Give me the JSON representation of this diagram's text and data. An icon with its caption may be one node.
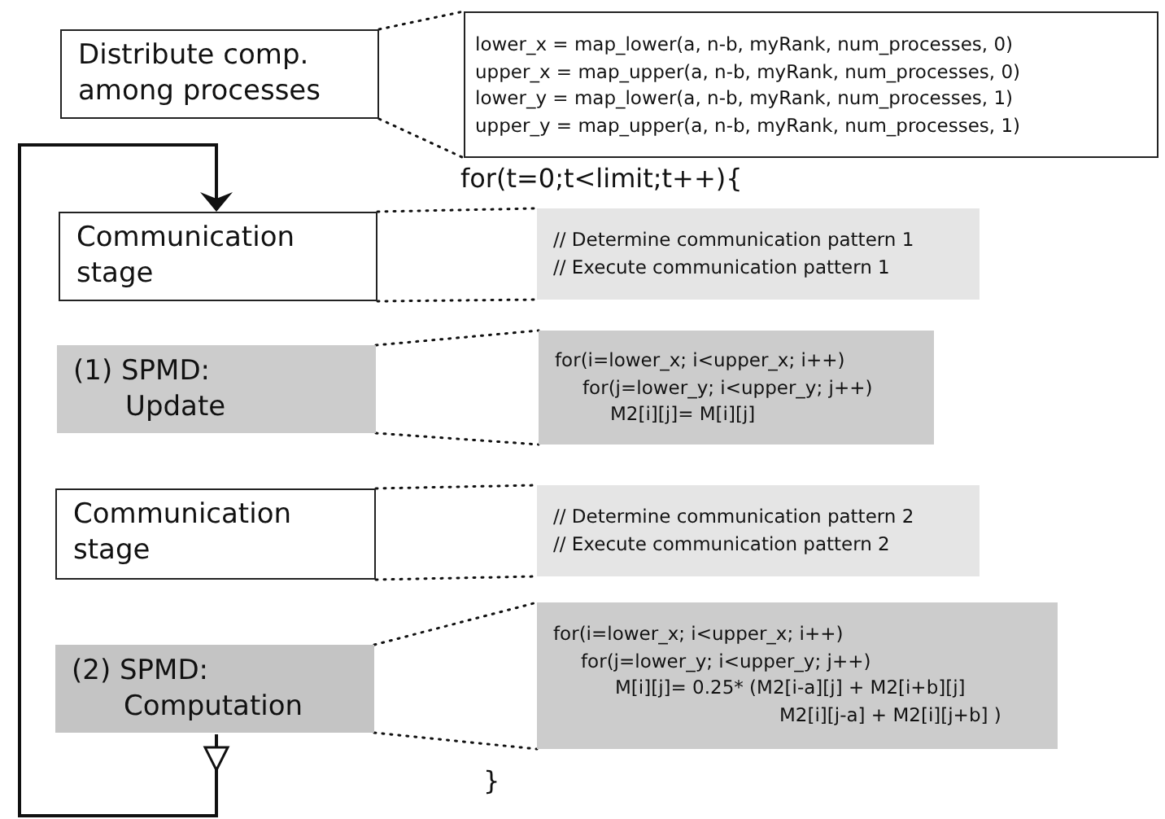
{
  "diagram": {
    "nodes": [
      {
        "text": [
          "Distribute comp. among processes"
        ]
      },
      {
        "text": [
          "lower_x = map_lower(a, n-b, myRank, num_processes, 0)",
          "upper_x = map_upper(a, n-b, myRank, num_processes, 0)",
          "lower_y = map_lower(a, n-b, myRank, num_processes, 1)",
          "upper_y = map_upper(a, n-b, myRank, num_processes, 1)"
        ]
      },
      {
        "text": [
          "Communication stage"
        ]
      },
      {
        "text": [
          "// Determine communication pattern 1",
          "// Execute communication pattern 1"
        ]
      },
      {
        "text": [
          "(1) SPMD: Update"
        ]
      },
      {
        "text": [
          "for(i=lower_x; i<upper_x; i++)",
          "for(j=lower_y; i<upper_y; j++)",
          "M2[i][j]= M[i][j]"
        ]
      },
      {
        "text": [
          "Communication stage"
        ]
      },
      {
        "text": [
          "// Determine communication pattern 2",
          "// Execute communication pattern 2"
        ]
      },
      {
        "text": [
          "(2) SPMD: Computation"
        ]
      },
      {
        "text": [
          "for(i=lower_x; i<upper_x; i++)",
          "for(j=lower_y; i<upper_y; j++)",
          "M[i][j]= 0.25* (M2[i-a][j] + M2[i+b][j]",
          "M2[i][j-a] + M2[i][j+b] )"
        ]
      }
    ],
    "edges": [
      {
        "from": 0,
        "to": 1,
        "arrow": "none",
        "style": "dashed"
      },
      {
        "from": 0,
        "to": 1,
        "arrow": "none",
        "style": "dashed"
      },
      {
        "from": 2,
        "to": 3,
        "arrow": "none",
        "style": "dashed"
      },
      {
        "from": 2,
        "to": 3,
        "arrow": "none",
        "style": "dashed"
      },
      {
        "from": 4,
        "to": 5,
        "arrow": "none",
        "style": "dashed"
      },
      {
        "from": 4,
        "to": 5,
        "arrow": "none",
        "style": "dashed"
      },
      {
        "from": 6,
        "to": 7,
        "arrow": "none",
        "style": "dashed"
      },
      {
        "from": 6,
        "to": 7,
        "arrow": "none",
        "style": "dashed"
      },
      {
        "from": 8,
        "to": 9,
        "arrow": "none",
        "style": "dashed"
      },
      {
        "from": 8,
        "to": 9,
        "arrow": "none",
        "style": "dashed"
      },
      {
        "from": 8,
        "to": 2,
        "arrow": "to"
      }
    ],
    "labels": [
      "for(t=0;t<limit;t++){",
      "}"
    ]
  }
}
